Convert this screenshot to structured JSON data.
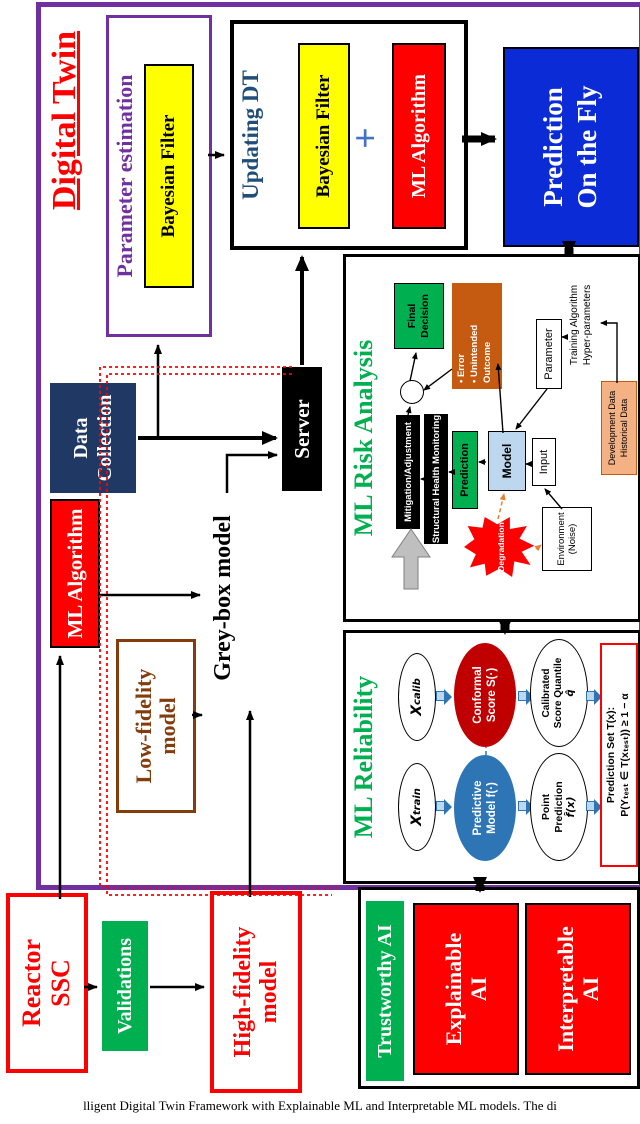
{
  "page": {
    "title": "Digital Twin",
    "caption": "lligent Digital Twin Framework with Explainable ML and Interpretable ML models. The di"
  },
  "reactor": {
    "line1": "Reactor",
    "line2": "SSC"
  },
  "validations": {
    "label": "Validations"
  },
  "high_fidelity": {
    "line1": "High-fidelity",
    "line2": "model"
  },
  "trustworthy": {
    "title": "Trustworthy AI",
    "explainable": {
      "line1": "Explainable",
      "line2": "AI"
    },
    "interpretable": {
      "line1": "Interpretable",
      "line2": "AI"
    }
  },
  "ml_algorithm": {
    "label": "ML Algorithm"
  },
  "low_fidelity": {
    "line1": "Low-fidelity",
    "line2": "model"
  },
  "grey_box": {
    "label": "Grey-box model"
  },
  "data_collection": {
    "line1": "Data",
    "line2": "Collection"
  },
  "server": {
    "label": "Server"
  },
  "param_estimation": {
    "title": "Parameter estimation",
    "bayesian_filter": "Bayesian Filter"
  },
  "updating_dt": {
    "title": "Updating DT",
    "bayesian_filter": "Bayesian Filter",
    "plus": "+",
    "ml_algorithm": "ML Algorithm"
  },
  "prediction_fly": {
    "line1": "Prediction",
    "line2": "On the Fly"
  },
  "ml_risk": {
    "title": "ML Risk Analysis",
    "mitigation": "Mitigation/Adjustment",
    "shm": "Structural Health Monitoring",
    "prediction": "Prediction",
    "model": "Model",
    "input": "Input",
    "environment": {
      "line1": "Environment",
      "line2": "(Noise)"
    },
    "degradation": "Degradation",
    "final_decision": {
      "line1": "Final",
      "line2": "Decision"
    },
    "error": {
      "item1": "• Error",
      "item2": "• Unintended Outcome"
    },
    "parameter": "Parameter",
    "training": {
      "line1": "Training Algorithm",
      "line2": "Hyper-parameters"
    },
    "dev_data": {
      "line1": "Development Data",
      "line2": "Historical Data"
    }
  },
  "ml_reliability": {
    "title": "ML Reliability",
    "train": {
      "base": "X",
      "sub": "train"
    },
    "calib": {
      "base": "X",
      "sub": "calib"
    },
    "predictive": {
      "line1": "Predictive",
      "line2": "Model f(·)"
    },
    "conformal": {
      "line1": "Conformal",
      "line2": "Score S(·)"
    },
    "point": {
      "line1": "Point",
      "line2": "Prediction",
      "line3": "f̂(x)"
    },
    "calibrated": {
      "line1": "Calibrated",
      "line2": "Score Quantile",
      "line3": "q̂"
    },
    "prediction_set": {
      "line1": "Prediction Set T(x):",
      "line2": "P(Yₜₑₛₜ ∈ T(xₜₑₛₜ)) ≥ 1 − α"
    }
  },
  "colors": {
    "boundary_purple": "#7030A0",
    "accent_red": "#FF0000",
    "accent_green": "#00B050",
    "accent_yellow": "#FFFF00",
    "navy": "#1F3864",
    "bright_blue": "#0B2BD6",
    "maroon": "#C00000",
    "steel_blue": "#2E75B6",
    "orange": "#C55A11",
    "light_orange": "#F4B183",
    "brown": "#843C0C"
  }
}
